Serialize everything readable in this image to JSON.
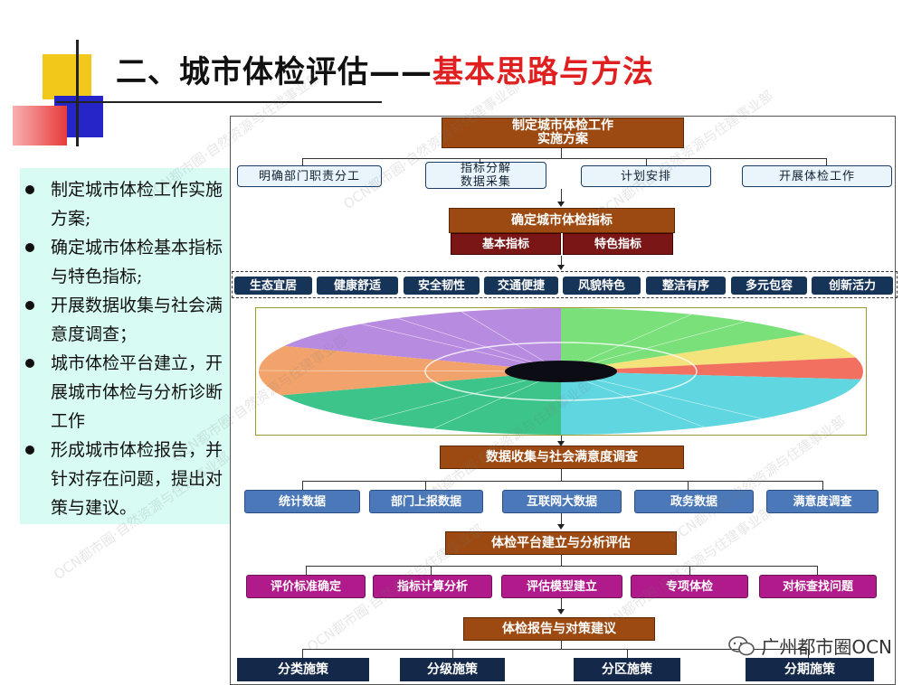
{
  "title": {
    "prefix": "二、城市体检评估——",
    "highlight": "基本思路与方法"
  },
  "bullets": [
    "制定城市体检工作实施方案;",
    "确定城市体检基本指标与特色指标;",
    "开展数据收集与社会满意度调查；",
    "城市体检平台建立，开展城市体检与分析诊断工作",
    "形成城市体检报告，并针对存在问题，提出对策与建议。"
  ],
  "step1": {
    "line1": "制定城市体检工作",
    "line2": "实施方案"
  },
  "step1_subs": [
    "明确部门职责分工",
    "指标分解",
    "数据采集",
    "计划安排",
    "开展体检工作"
  ],
  "step2": {
    "title": "确定城市体检指标",
    "basic": "基本指标",
    "special": "特色指标"
  },
  "categories": [
    "生态宜居",
    "健康舒适",
    "安全韧性",
    "交通便捷",
    "风貌特色",
    "整洁有序",
    "多元包容",
    "创新活力"
  ],
  "step3": "数据收集与社会满意度调查",
  "step3_subs": [
    "统计数据",
    "部门上报数据",
    "互联网大数据",
    "政务数据",
    "满意度调查"
  ],
  "step4": "体检平台建立与分析评估",
  "step4_subs": [
    "评价标准确定",
    "指标计算分析",
    "评估模型建立",
    "专项体检",
    "对标查找问题"
  ],
  "step5": "体检报告与对策建议",
  "step5_subs": [
    "分类施策",
    "分级施策",
    "分区施策",
    "分期施策"
  ],
  "watermarks": [
    "OCN都市圈·自然资源与住建事业部"
  ],
  "logo": "广州都市圈OCN",
  "colors": {
    "brown": "#9c4a12",
    "navy": "#163358",
    "magenta": "#b01a8a",
    "steel": "#4a78b8",
    "title_red": "#e02020",
    "bullet_bg": "#d8fbf4"
  }
}
